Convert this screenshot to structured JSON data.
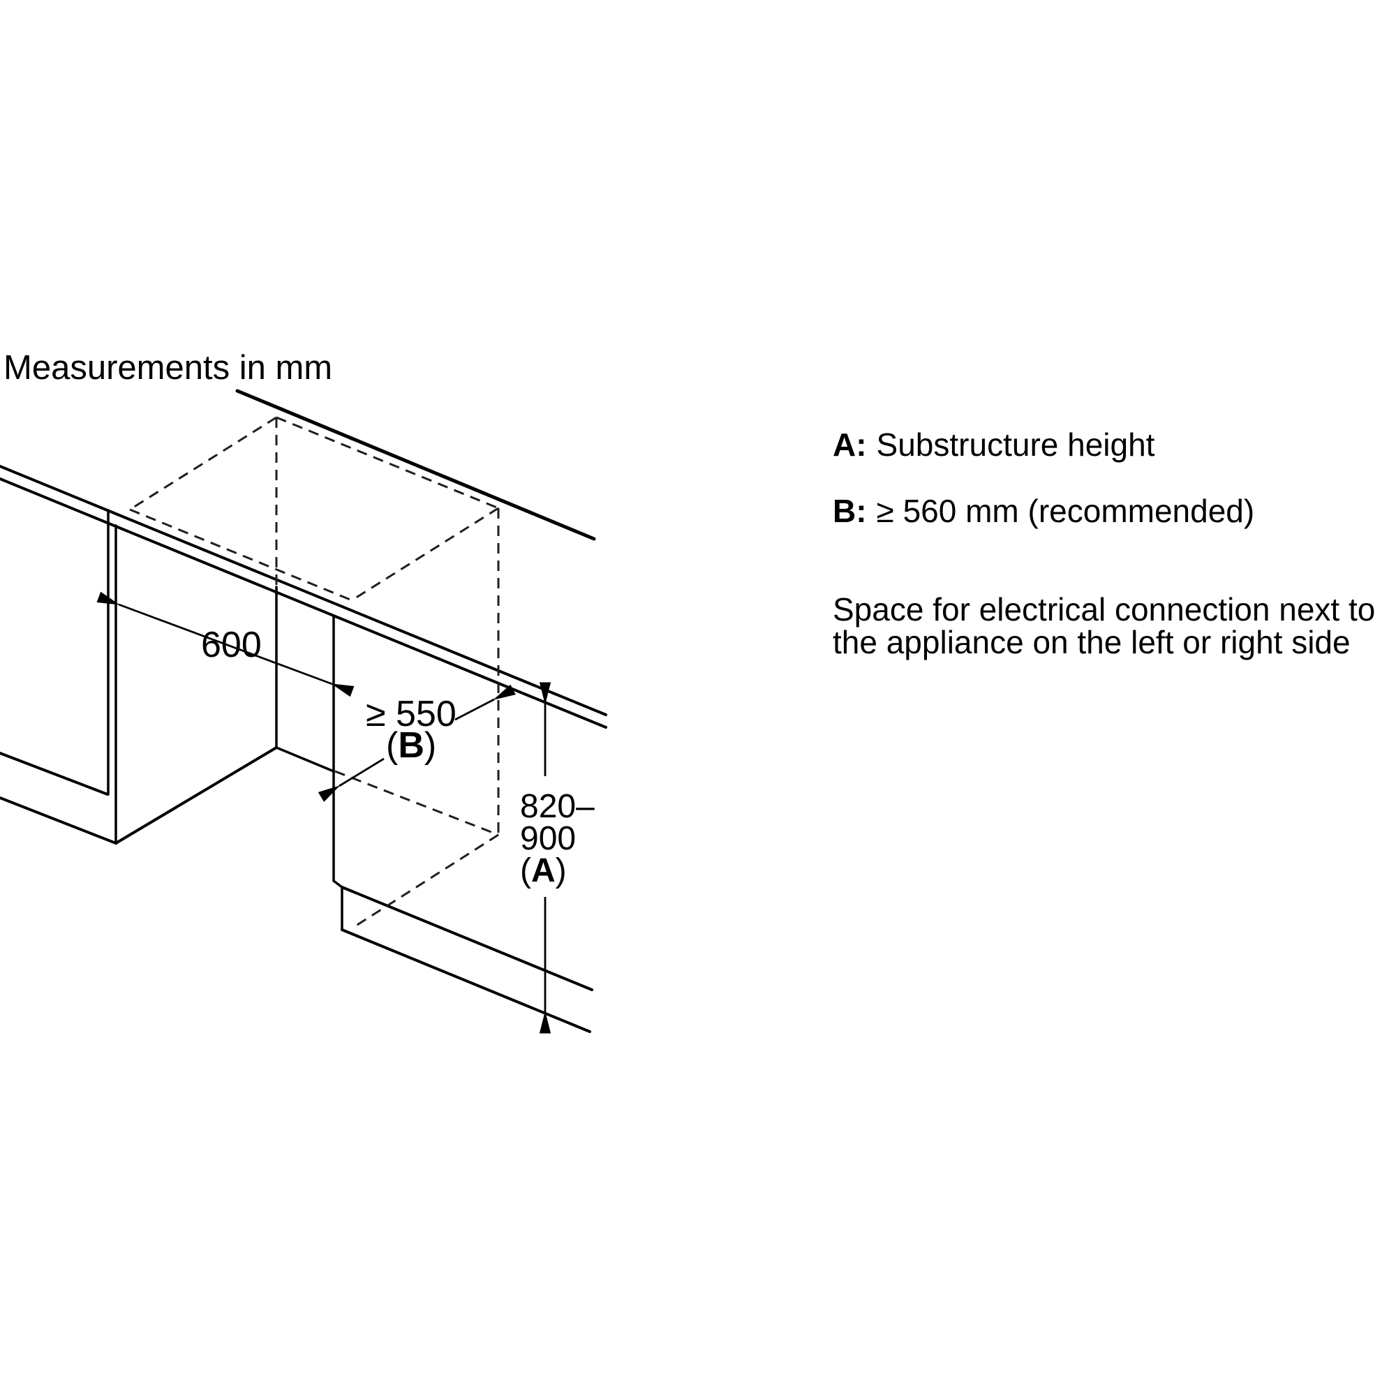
{
  "page": {
    "title": "Measurements in mm",
    "background": "#ffffff",
    "ink": "#000000"
  },
  "diagram": {
    "width_dim": "600",
    "depth_dim": "≥ 550",
    "depth_ref": {
      "open": "(",
      "letter": "B",
      "close": ")"
    },
    "height_dim_line1": "820–",
    "height_dim_line2": "900",
    "height_ref": {
      "open": "(",
      "letter": "A",
      "close": ")"
    }
  },
  "legend": {
    "items": [
      {
        "key": "A:",
        "text": "Substructure height"
      },
      {
        "key": "B:",
        "text": "≥ 560 mm (recommended)"
      }
    ]
  },
  "note": {
    "line1": "Space for electrical connection next to",
    "line2": "the appliance on the left or right side"
  }
}
